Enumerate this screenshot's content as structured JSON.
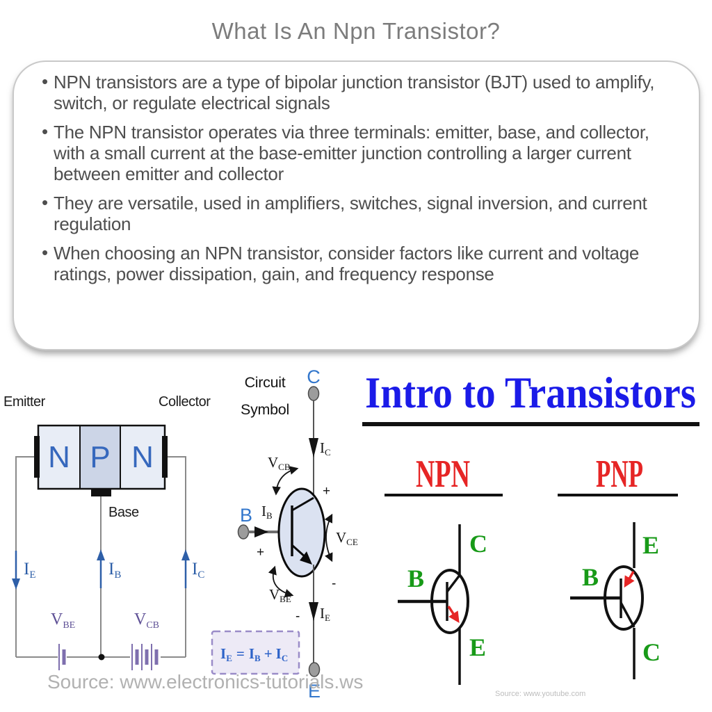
{
  "header": {
    "title": "What Is An Npn Transistor?"
  },
  "bullets": [
    "NPN transistors are a type of bipolar junction transistor (BJT) used to amplify, switch, or regulate electrical signals",
    "The NPN transistor operates via three terminals: emitter, base, and collector, with a small current at the base-emitter junction controlling a larger current between emitter and collector",
    "They are versatile, used in amplifiers, switches, signal inversion, and current regulation",
    "When choosing an NPN transistor, consider factors like current and voltage ratings, power dissipation, gain, and frequency response"
  ],
  "structure": {
    "emitter": "Emitter",
    "collector": "Collector",
    "base": "Base",
    "n1": "N",
    "p": "P",
    "n2": "N",
    "ie_m": "I",
    "ie_s": "E",
    "ib_m": "I",
    "ib_s": "B",
    "ic_m": "I",
    "ic_s": "C",
    "vbe_m": "V",
    "vbe_s": "BE",
    "vcb_m": "V",
    "vcb_s": "CB",
    "source": "Source: www.electronics-tutorials.ws"
  },
  "symbol": {
    "caption1": "Circuit",
    "caption2": "Symbol",
    "c": "C",
    "b": "B",
    "e": "E",
    "ic_m": "I",
    "ic_s": "C",
    "ib_m": "I",
    "ib_s": "B",
    "ie_m": "I",
    "ie_s": "E",
    "vcb_m": "V",
    "vcb_s": "CB",
    "vce_m": "V",
    "vce_s": "CE",
    "vbe_m": "V",
    "vbe_s": "BE",
    "pol_plus_top": "+",
    "pol_minus_right": "-",
    "pol_plus_base": "+",
    "pol_minus_base": "-",
    "formula": {
      "i1": "I",
      "s1": "E",
      "eq": "=",
      "i2": "I",
      "s2": "B",
      "plus": "+",
      "i3": "I",
      "s3": "C"
    }
  },
  "board": {
    "title": "Intro to Transistors",
    "npn_label": "NPN",
    "pnp_label": "PNP",
    "npn_c": "C",
    "npn_b": "B",
    "npn_e": "E",
    "pnp_e": "E",
    "pnp_b": "B",
    "pnp_c": "C",
    "source": "Source: www.youtube.com"
  },
  "colors": {
    "title_gray": "#7c7c7c",
    "body_gray": "#4e4e4e",
    "region_blue": "#3668bd",
    "region_fill_n": "#e8edf6",
    "region_fill_p": "#ccd5e7",
    "arrow_blue": "#2e5fa8",
    "battery_purple": "#7e6fae",
    "voltage_purple": "#5f5196",
    "symbol_fill": "#dbe2f1",
    "terminal_blue": "#3377cc",
    "formula_blue": "#2e63c8",
    "formula_bg": "#edeaf6",
    "formula_border": "#9a8cc8",
    "board_blue": "#1b1be8",
    "board_red": "#e62525",
    "board_green": "#189a18",
    "wire_gray": "#8a8a8a"
  }
}
